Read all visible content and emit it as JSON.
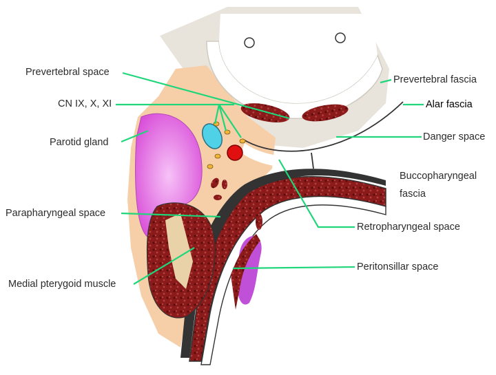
{
  "labels": {
    "prevertebral_space": "Prevertebral space",
    "cn": "CN IX, X, XI",
    "parotid_gland": "Parotid gland",
    "parapharyngeal_space": "Parapharyngeal space",
    "medial_pterygoid_muscle": "Medial pterygoid muscle",
    "prevertebral_fascia": "Prevertebral fascia",
    "alar_fascia": "Alar fascia",
    "danger_space": "Danger space",
    "buccopharyngeal_fascia_line1": "Buccopharyngeal",
    "buccopharyngeal_fascia_line2": "fascia",
    "retropharyngeal_space": "Retropharyngeal space",
    "peritonsillar_space": "Peritonsillar space"
  },
  "colors": {
    "leader_line": "#1fd67a",
    "tissue_peach": "#f6cfa9",
    "bone_gray": "#e8e4dc",
    "muscle_dark_red": "#8b1a1a",
    "gland_magenta": "#e05ce0",
    "tonsil_purple": "#c050d8",
    "vessel_cyan": "#4fd1e8",
    "artery_red": "#e01010",
    "nerve_yellow": "#f2b53a"
  }
}
